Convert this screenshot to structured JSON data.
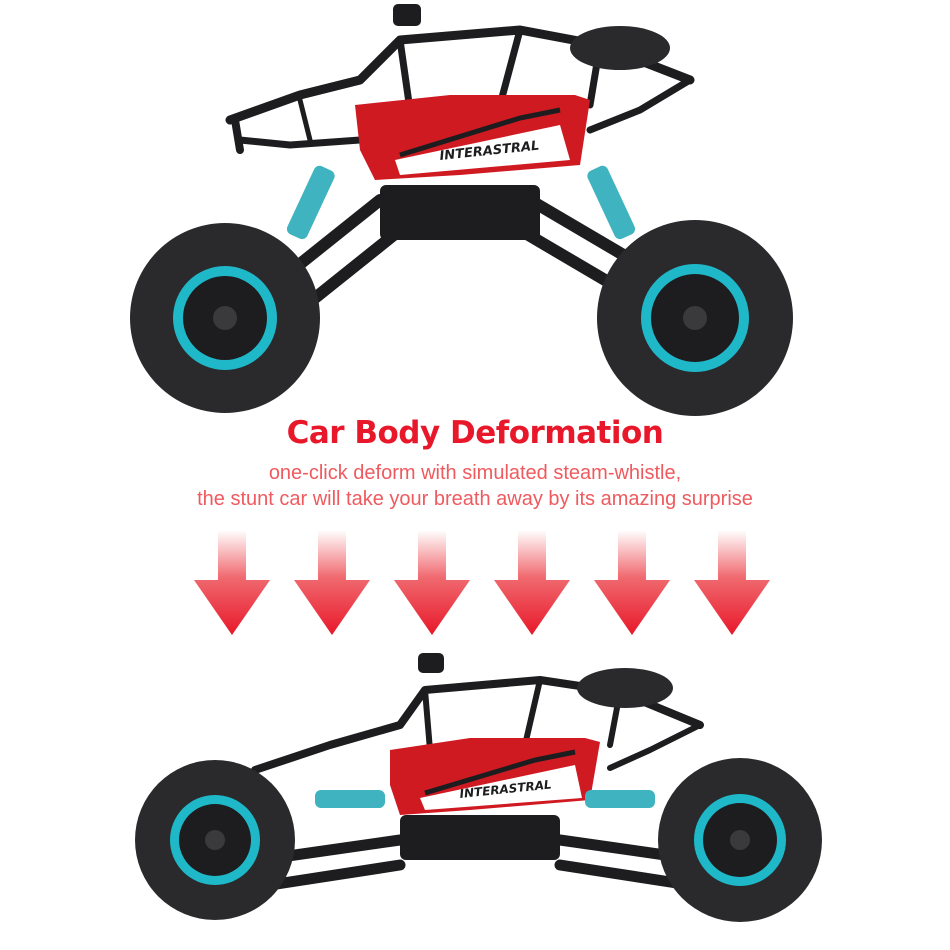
{
  "heading": "Car Body Deformation",
  "subtitle_line1": "one-click deform with simulated steam-whistle,",
  "subtitle_line2": "the stunt car will take your breath away by its amazing surprise",
  "decal_text": "INTERASTRAL",
  "colors": {
    "accent_red": "#e8182a",
    "body_red": "#d01a22",
    "frame_black": "#1d1d1f",
    "tire_black": "#2a2a2d",
    "rim_cyan": "#1fb8c8",
    "spring_teal": "#3fb3bf"
  },
  "images": {
    "top": "rc-car-raised-high-stance",
    "bottom": "rc-car-lowered-stance"
  },
  "arrow_count": 6
}
